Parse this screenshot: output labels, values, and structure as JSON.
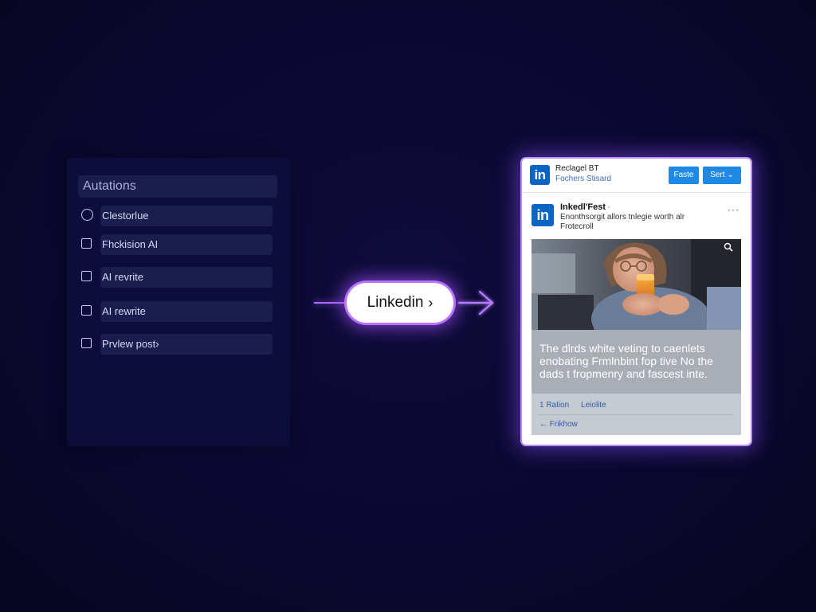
{
  "automations": {
    "title": "Autations",
    "steps": [
      {
        "label": "Clestorlue",
        "control": "radio"
      },
      {
        "label": "Fhckision AI",
        "control": "checkbox"
      },
      {
        "label": "AI revrite",
        "control": "checkbox"
      },
      {
        "label": "AI rewrite",
        "control": "checkbox"
      },
      {
        "label": "Prvlew post›",
        "control": "checkbox"
      }
    ]
  },
  "connector": {
    "pill_label": "Linkedin",
    "pill_chevron": "›",
    "accent": "#b06cff"
  },
  "linkedin_card": {
    "brand_color": "#0a66c2",
    "logo_text": "in",
    "account_name": "Reclagel BT",
    "account_sub": "Fochers Stisard",
    "button_primary": "Faste",
    "button_secondary": "Sert",
    "button_secondary_chevron": "⌄",
    "post": {
      "author": "Inkedl'Fest",
      "author_dot": "·",
      "meta": "Enonthsorgit allors tnlegie worth alr Frotecroll",
      "more": "···",
      "caption": "The dlrds white veting to caenlets enobating Frmlnbint fop tive No the dads t fropmenry and fascest inte.",
      "action_1": "1  Ration",
      "action_2": "Leiolite",
      "action_3": "← Frikhow"
    }
  }
}
